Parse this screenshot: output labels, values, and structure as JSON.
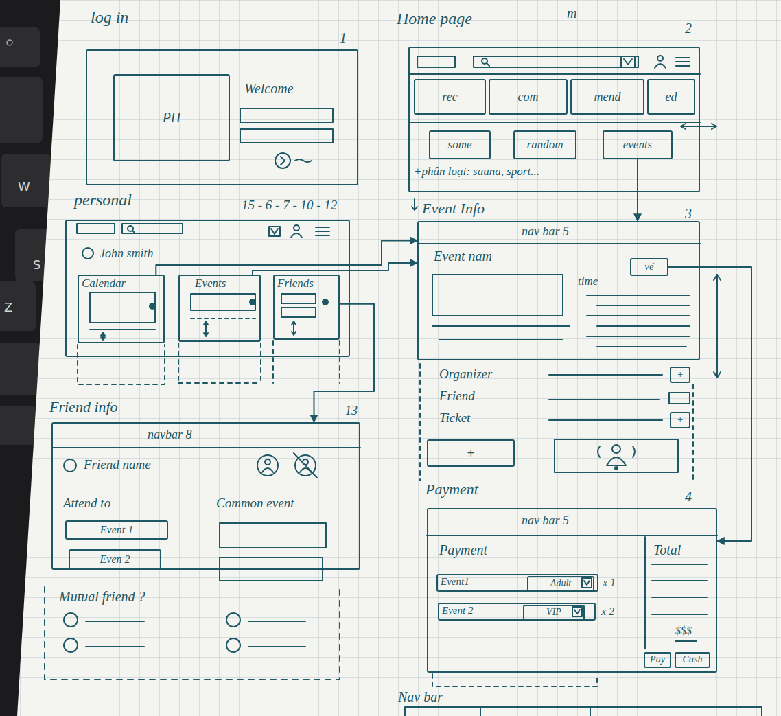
{
  "diagram": {
    "nodes": [
      {
        "text": [
          "log in",
          "Welcome"
        ]
      },
      {
        "text": [
          "PH"
        ],
        "in": 0
      },
      {
        "text": [
          "Home page",
          "+phân loại: sauna, sport..."
        ]
      },
      {
        "text": [
          "rec"
        ],
        "in": 2
      },
      {
        "text": [
          "com"
        ],
        "in": 2
      },
      {
        "text": [
          "mend"
        ],
        "in": 2
      },
      {
        "text": [
          "ed"
        ],
        "in": 2
      },
      {
        "text": [
          "some"
        ],
        "in": 2
      },
      {
        "text": [
          "random"
        ],
        "in": 2
      },
      {
        "text": [
          "events"
        ],
        "in": 2
      },
      {
        "text": [
          "personal",
          "John smith"
        ]
      },
      {
        "text": [
          "Calendar"
        ],
        "in": 10
      },
      {
        "text": [
          "Events"
        ],
        "in": 10
      },
      {
        "text": [
          "Friends"
        ],
        "in": 10
      },
      {
        "text": [
          "Event Info",
          "nav bar 5",
          "Event nam",
          "time"
        ]
      },
      {
        "text": [
          "vé"
        ],
        "in": 14
      },
      {
        "text": [
          "+"
        ]
      },
      {
        "text": [
          "+"
        ]
      },
      {
        "text": [
          "+"
        ]
      },
      {
        "text": [
          "Friend info",
          "navbar 8",
          "Friend name",
          "Attend to",
          "Common event"
        ]
      },
      {
        "text": [
          "Event 1"
        ],
        "in": 19
      },
      {
        "text": [
          "Even 2"
        ],
        "in": 19
      },
      {
        "text": [
          "Payment",
          "nav bar 5",
          "Payment",
          "Total",
          "$$$"
        ]
      },
      {
        "text": [
          "Event1"
        ],
        "in": 22
      },
      {
        "text": [
          "Adult"
        ],
        "in": 23
      },
      {
        "text": [
          "Event 2"
        ],
        "in": 22
      },
      {
        "text": [
          "VIP"
        ],
        "in": 25
      },
      {
        "text": [
          "Pay"
        ],
        "in": 22
      },
      {
        "text": [
          "Cash"
        ],
        "in": 22
      }
    ],
    "edges": [
      {
        "from": 9,
        "to": 14,
        "arrow": "to"
      },
      {
        "from": 11,
        "to": 14,
        "arrow": "to"
      },
      {
        "from": 12,
        "to": 14,
        "arrow": "to"
      },
      {
        "from": 13,
        "to": 19,
        "arrow": "to"
      },
      {
        "from": 15,
        "to": 22,
        "arrow": "to"
      }
    ],
    "labels": [
      "W",
      "S",
      "Z",
      "1",
      "m",
      "2",
      "15 - 6 - 7 - 10 - 12",
      "3",
      "Organizer",
      "Friend",
      "Ticket",
      "13",
      "Mutual friend ?",
      "4",
      "x 1",
      "x 2",
      "Nav bar"
    ]
  }
}
